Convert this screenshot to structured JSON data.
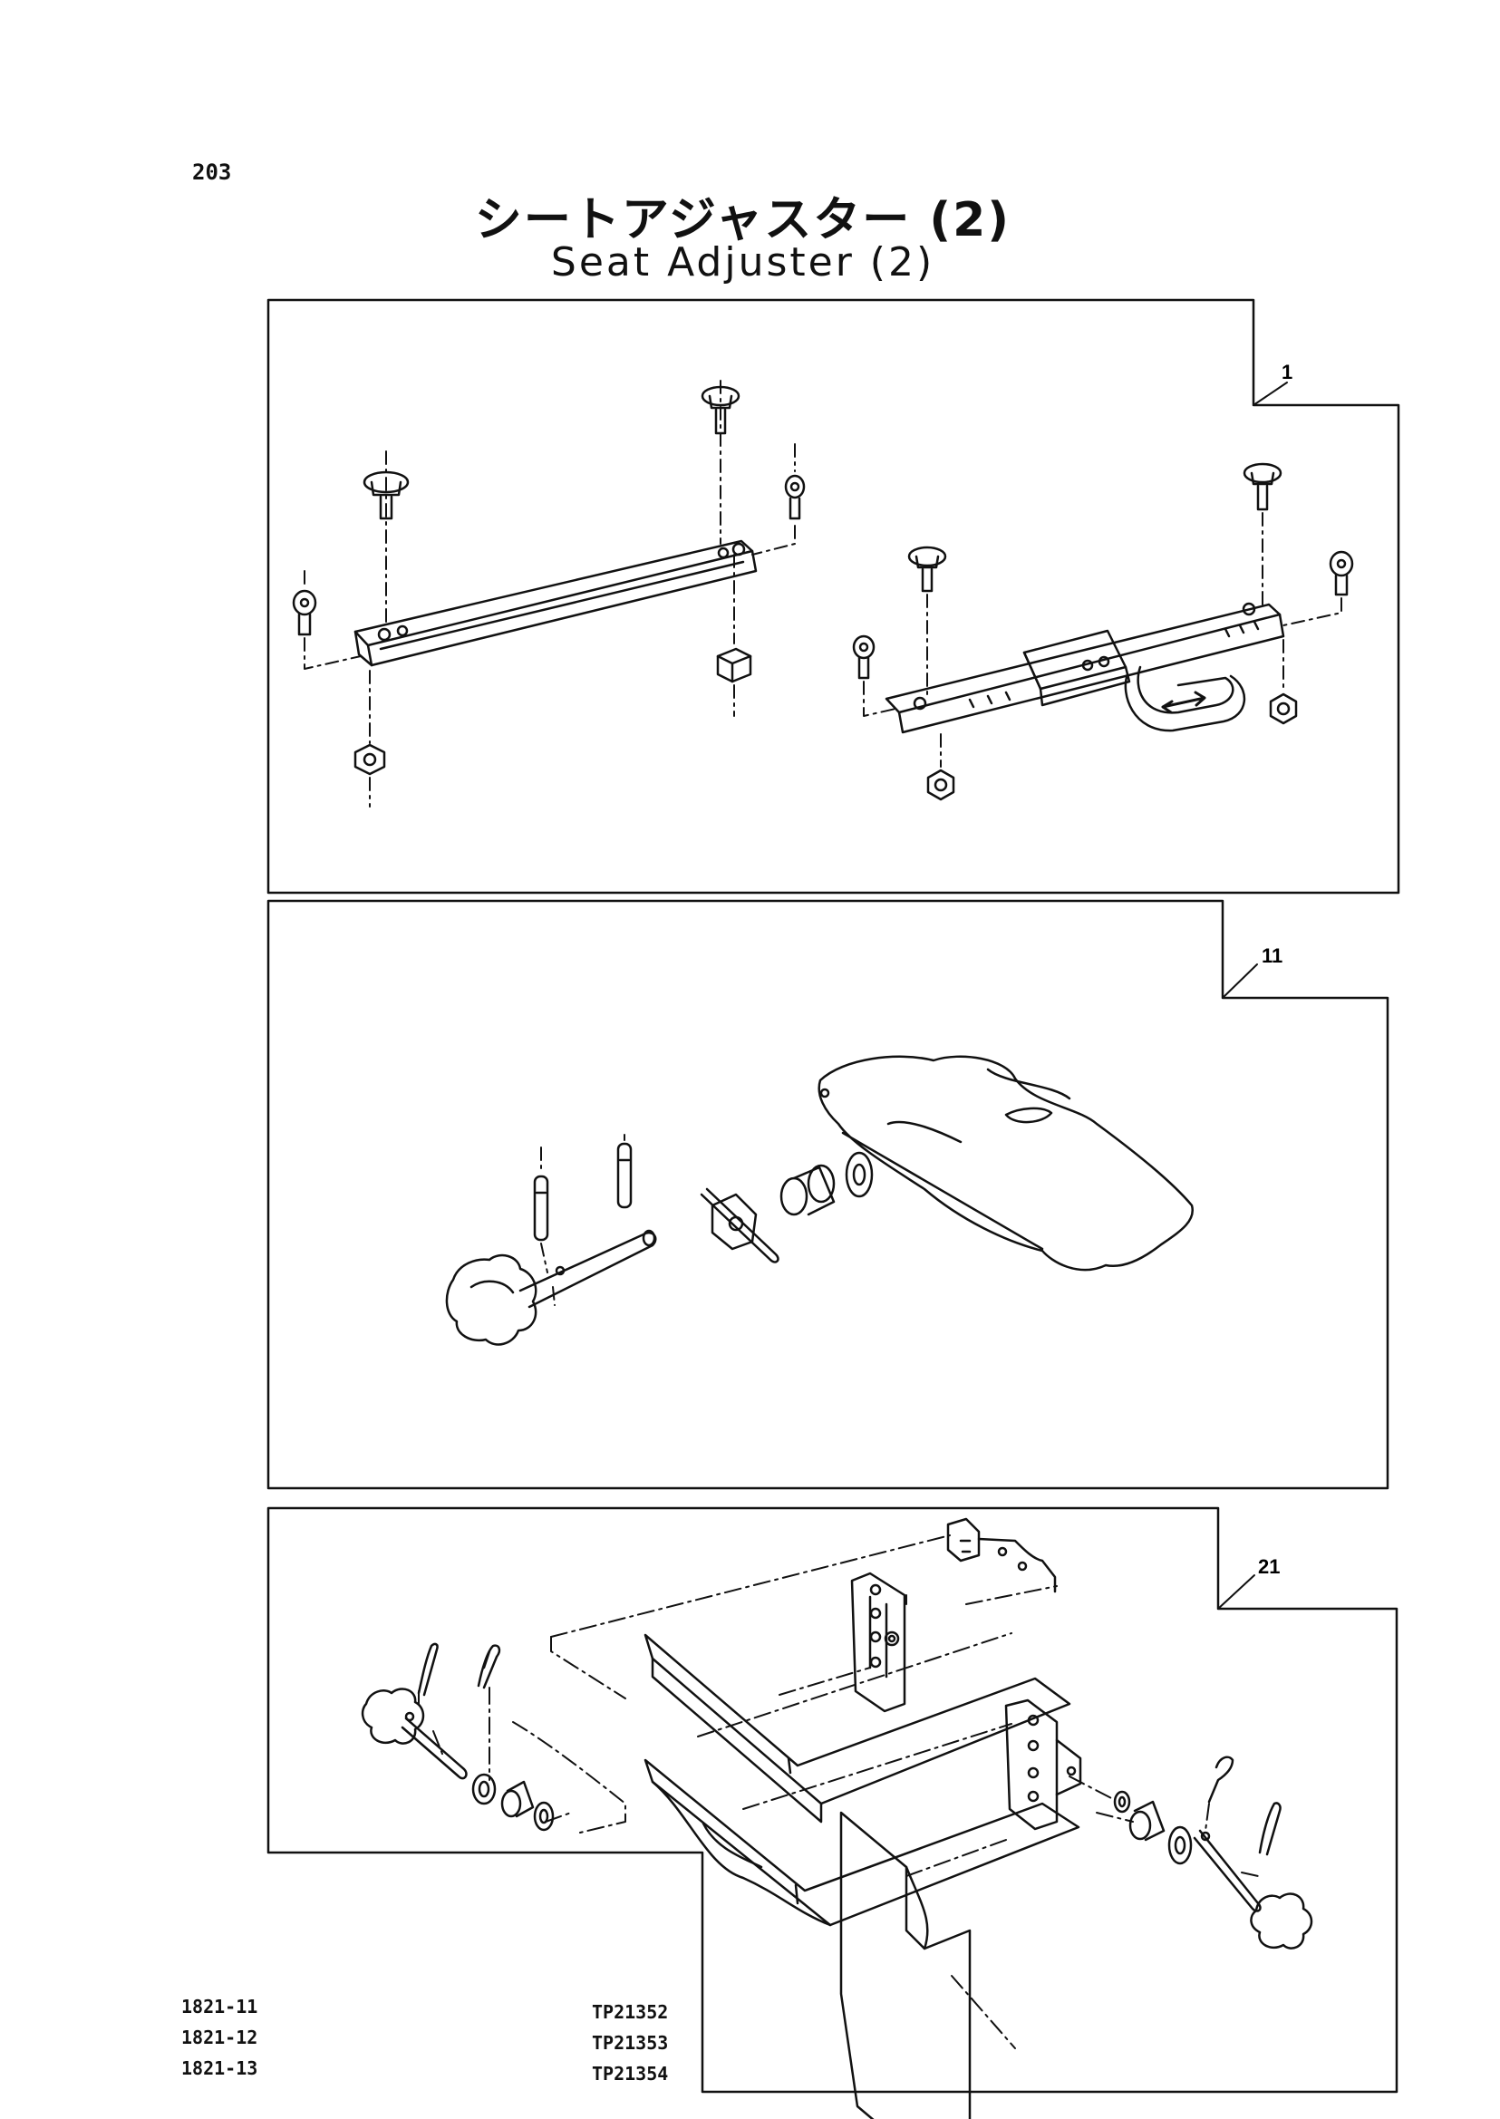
{
  "page": {
    "number": "203"
  },
  "title": {
    "japanese": "シートアジャスター (2)",
    "english": "Seat Adjuster (2)"
  },
  "panels": [
    {
      "callout": "1"
    },
    {
      "callout": "11"
    },
    {
      "callout": "21"
    }
  ],
  "footer": {
    "group_codes": [
      "1821-11",
      "1821-12",
      "1821-13"
    ],
    "plate_codes": [
      "TP21352",
      "TP21353",
      "TP21354"
    ]
  }
}
